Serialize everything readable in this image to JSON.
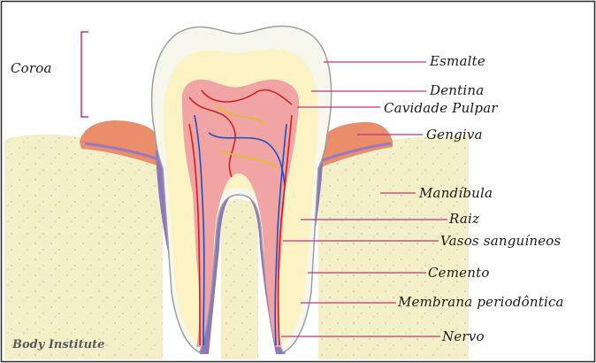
{
  "title_group": {
    "label": "Coroa"
  },
  "labels": {
    "esmalte": "Esmalte",
    "dentina": "Dentina",
    "cavidade": "Cavidade Pulpar",
    "gengiva": "Gengiva",
    "mandibula": "Mandíbula",
    "raiz": "Raiz",
    "vasos": "Vasos sanguíneos",
    "cemento": "Cemento",
    "membrana": "Membrana periodôntica",
    "nervo": "Nervo"
  },
  "credit": "Body Institute",
  "colors": {
    "bone": "#f3efc8",
    "enamel": "#f6f6ec",
    "dentin": "#fbf3c4",
    "pulp": "#f0a4a4",
    "gum": "#e98d6a",
    "periodontal": "#8c78b8",
    "leader": "#c8307a",
    "border": "#2a2a2a"
  }
}
